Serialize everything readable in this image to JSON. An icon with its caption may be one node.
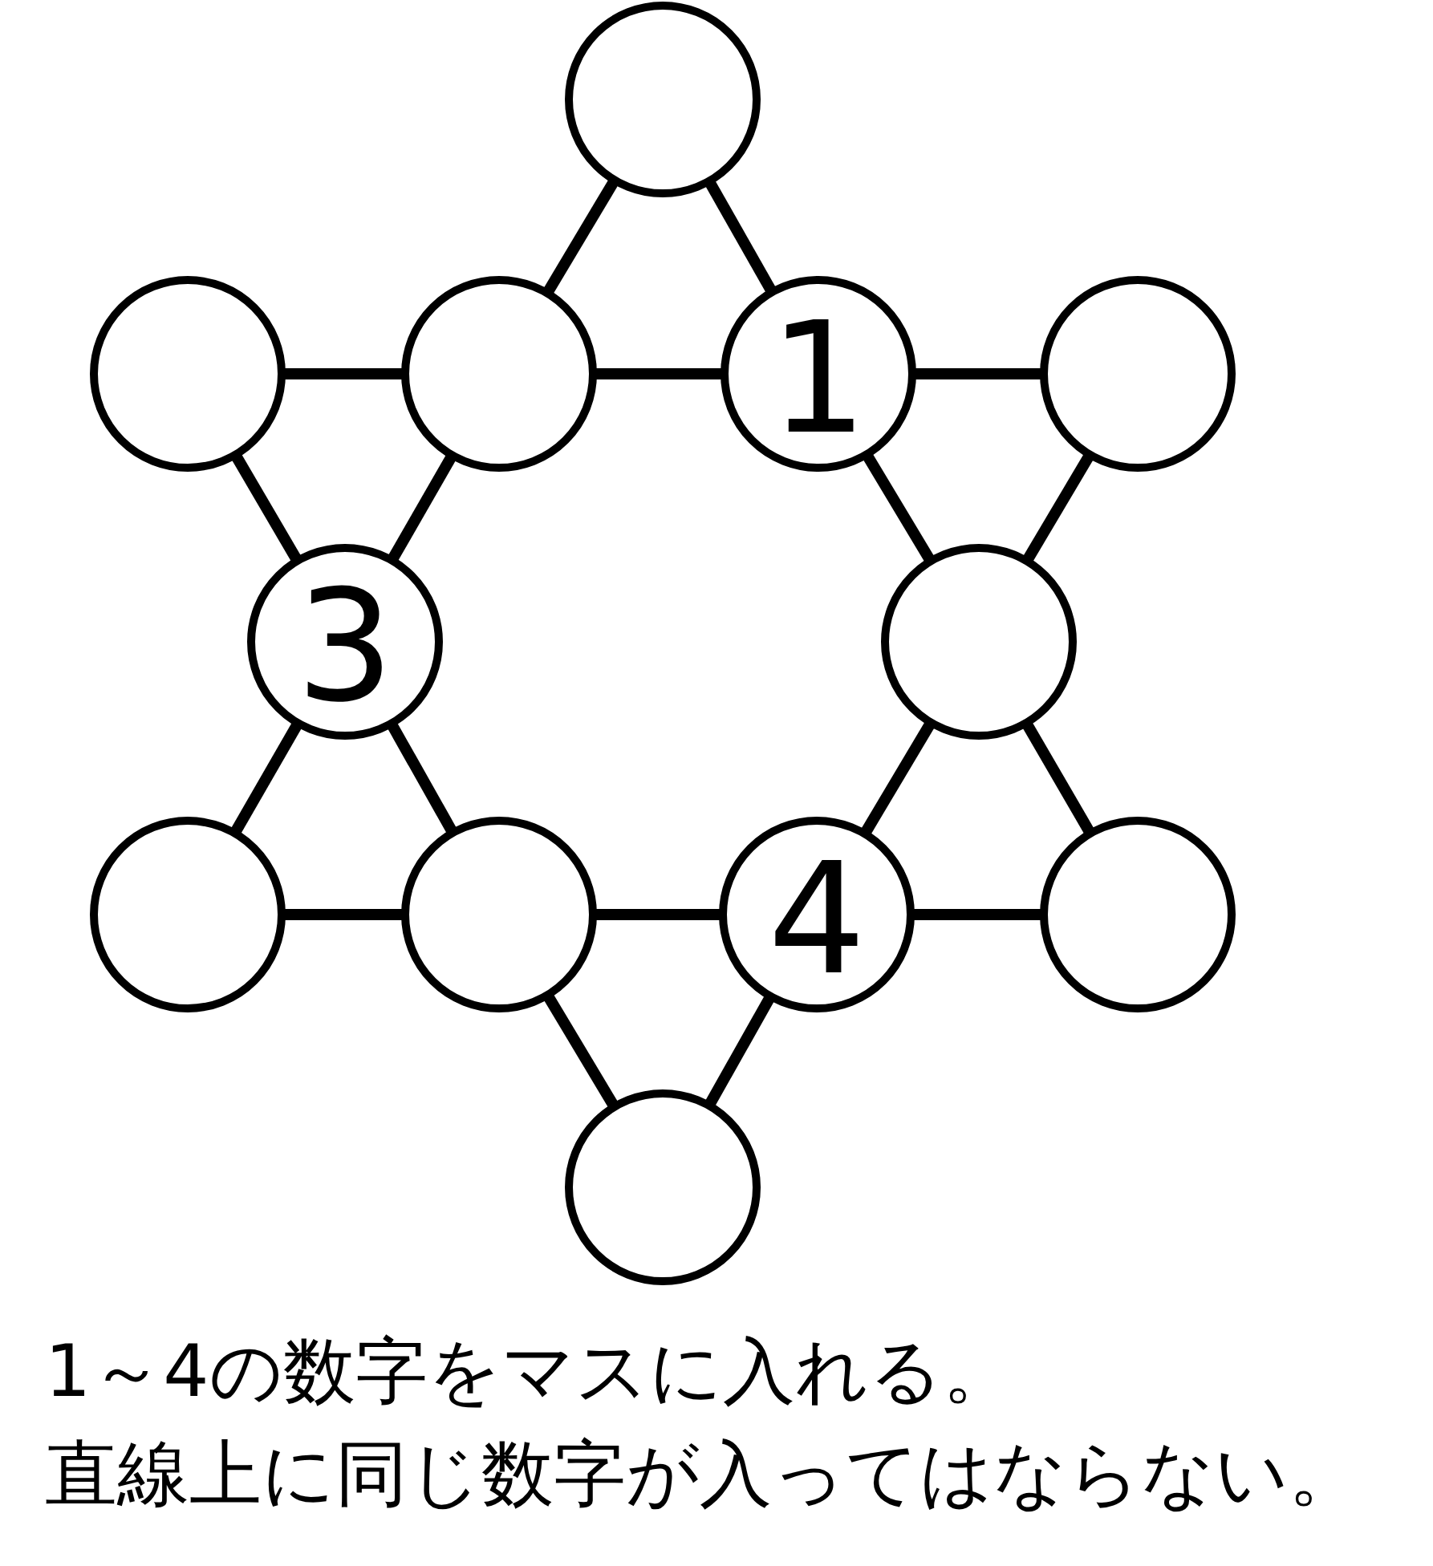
{
  "diagram": {
    "nodes": [
      {
        "text": [],
        "shape": "circle"
      },
      {
        "text": [],
        "shape": "circle"
      },
      {
        "text": [],
        "shape": "circle"
      },
      {
        "text": [
          "1"
        ]
      },
      {
        "text": [],
        "shape": "circle"
      },
      {
        "text": [
          "3"
        ]
      },
      {
        "text": [],
        "shape": "circle"
      },
      {
        "text": [],
        "shape": "circle"
      },
      {
        "text": [],
        "shape": "circle"
      },
      {
        "text": [
          "4"
        ]
      },
      {
        "text": [],
        "shape": "circle"
      },
      {
        "text": [],
        "shape": "circle"
      }
    ],
    "edges": [
      {
        "from": 0,
        "to": 2,
        "arrow": "none"
      },
      {
        "from": 0,
        "to": 3,
        "arrow": "none"
      },
      {
        "from": 1,
        "to": 2,
        "arrow": "none"
      },
      {
        "from": 2,
        "to": 3,
        "arrow": "none"
      },
      {
        "from": 3,
        "to": 4,
        "arrow": "none"
      },
      {
        "from": 1,
        "to": 5,
        "arrow": "none"
      },
      {
        "from": 2,
        "to": 5,
        "arrow": "none"
      },
      {
        "from": 3,
        "to": 6,
        "arrow": "none"
      },
      {
        "from": 4,
        "to": 6,
        "arrow": "none"
      },
      {
        "from": 5,
        "to": 7,
        "arrow": "none"
      },
      {
        "from": 5,
        "to": 8,
        "arrow": "none"
      },
      {
        "from": 6,
        "to": 9,
        "arrow": "none"
      },
      {
        "from": 6,
        "to": 10,
        "arrow": "none"
      },
      {
        "from": 7,
        "to": 8,
        "arrow": "none"
      },
      {
        "from": 8,
        "to": 9,
        "arrow": "none"
      },
      {
        "from": 9,
        "to": 10,
        "arrow": "none"
      },
      {
        "from": 8,
        "to": 11,
        "arrow": "none"
      },
      {
        "from": 9,
        "to": 11,
        "arrow": "none"
      }
    ],
    "labels": [
      "1～4の数字をマスに入れる。",
      "直線上に同じ数字が入ってはならない。"
    ]
  }
}
